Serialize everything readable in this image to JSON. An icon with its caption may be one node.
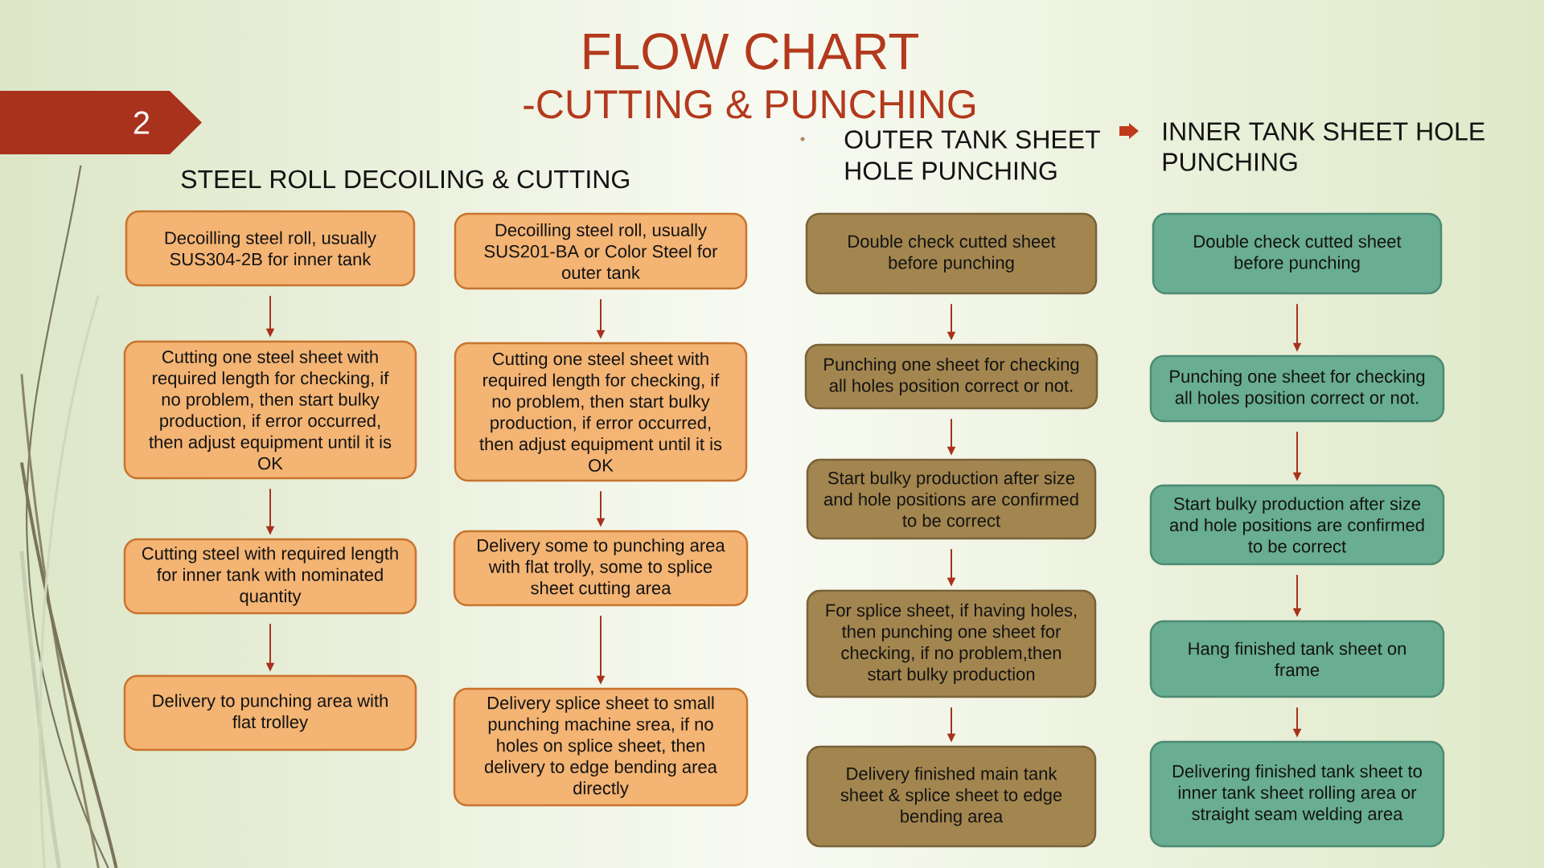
{
  "diagram": {
    "title": "FLOW CHART",
    "nodes": [
      {
        "text": [
          "2"
        ]
      },
      {
        "text": [
          "Decoilling steel roll, usually SUS304-2B for inner tank"
        ]
      },
      {
        "text": [
          "Cutting one steel sheet with required length for checking, if no problem, then start bulky production, if error occurred, then adjust equipment until it is OK"
        ]
      },
      {
        "text": [
          "Cutting steel with required length for inner tank with nominated quantity"
        ]
      },
      {
        "text": [
          "Delivery to punching area with flat trolley"
        ]
      },
      {
        "text": [
          "Decoilling steel roll, usually SUS201-BA or Color Steel for outer tank"
        ]
      },
      {
        "text": [
          "Cutting one steel sheet with required length for checking, if no problem, then start bulky production, if error occurred, then adjust equipment until it is OK"
        ]
      },
      {
        "text": [
          "Delivery some to punching area with flat trolly, some to splice sheet cutting area"
        ]
      },
      {
        "text": [
          "Delivery splice sheet to small punching machine srea, if no holes on splice sheet, then delivery to edge bending area directly"
        ]
      },
      {
        "text": [
          "Double check cutted sheet before punching"
        ]
      },
      {
        "text": [
          "Punching one sheet for checking all holes position correct or not."
        ]
      },
      {
        "text": [
          "Start bulky production after size and hole positions are confirmed to be correct"
        ]
      },
      {
        "text": [
          "For splice sheet, if having holes, then punching one sheet for checking, if no problem,then start bulky production"
        ]
      },
      {
        "text": [
          "Delivery finished main tank sheet & splice sheet to edge bending area"
        ]
      },
      {
        "text": [
          "Double check cutted sheet before punching"
        ]
      },
      {
        "text": [
          "Punching one sheet for checking all holes position correct or not."
        ]
      },
      {
        "text": [
          "Start bulky production after size and hole positions are confirmed to be correct"
        ]
      },
      {
        "text": [
          "Hang finished tank sheet on frame"
        ]
      },
      {
        "text": [
          "Delivering finished tank sheet to inner tank sheet rolling area or straight seam welding area"
        ]
      }
    ],
    "edges": [
      {
        "from": 1,
        "to": 2,
        "arrow": "to"
      },
      {
        "from": 2,
        "to": 3,
        "arrow": "to"
      },
      {
        "from": 3,
        "to": 4,
        "arrow": "to"
      },
      {
        "from": 5,
        "to": 6,
        "arrow": "to"
      },
      {
        "from": 6,
        "to": 7,
        "arrow": "to"
      },
      {
        "from": 7,
        "to": 8,
        "arrow": "to"
      },
      {
        "from": 9,
        "to": 10,
        "arrow": "to"
      },
      {
        "from": 10,
        "to": 11,
        "arrow": "to"
      },
      {
        "from": 11,
        "to": 12,
        "arrow": "to"
      },
      {
        "from": 12,
        "to": 13,
        "arrow": "to"
      },
      {
        "from": 14,
        "to": 15,
        "arrow": "to"
      },
      {
        "from": 15,
        "to": 16,
        "arrow": "to"
      },
      {
        "from": 16,
        "to": 17,
        "arrow": "to"
      },
      {
        "from": 17,
        "to": 18,
        "arrow": "to"
      }
    ],
    "labels": [
      "-CUTTING & PUNCHING",
      "STEEL ROLL DECOILING & CUTTING",
      "OUTER TANK SHEET HOLE PUNCHING",
      "INNER TANK SHEET HOLE PUNCHING"
    ]
  }
}
